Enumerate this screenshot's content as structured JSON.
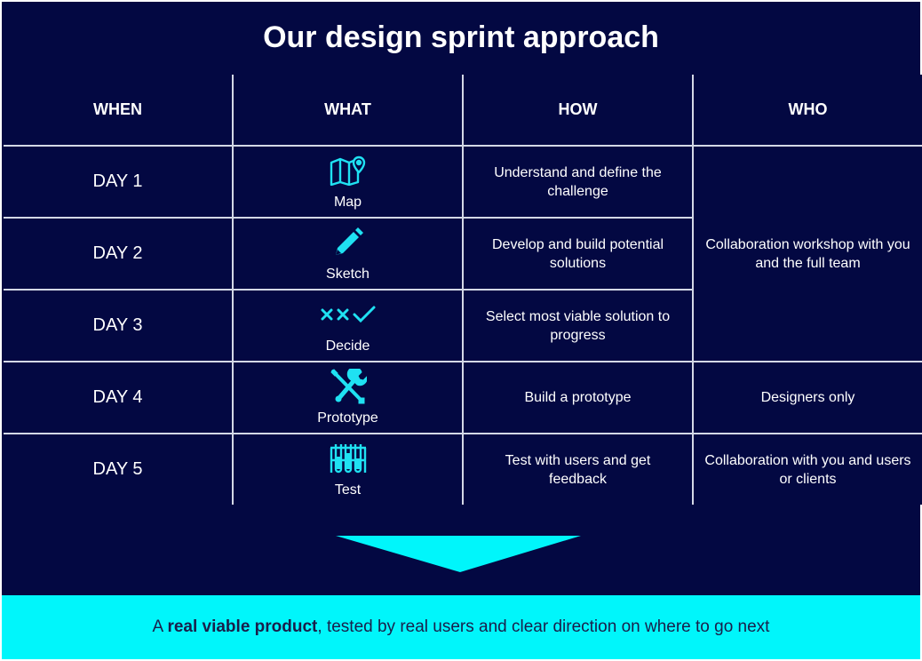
{
  "title": "Our design sprint approach",
  "headers": {
    "when": "WHEN",
    "what": "WHAT",
    "how": "HOW",
    "who": "WHO"
  },
  "rows": [
    {
      "day": "DAY 1",
      "what": "Map",
      "icon": "map-icon",
      "how": "Understand and define the challenge"
    },
    {
      "day": "DAY 2",
      "what": "Sketch",
      "icon": "pencil-icon",
      "how": "Develop and build potential solutions"
    },
    {
      "day": "DAY 3",
      "what": "Decide",
      "icon": "cross-cross-check-icon",
      "how": "Select most viable solution to progress"
    },
    {
      "day": "DAY 4",
      "what": "Prototype",
      "icon": "wrench-screwdriver-icon",
      "how": "Build a prototype"
    },
    {
      "day": "DAY 5",
      "what": "Test",
      "icon": "test-tubes-icon",
      "how": "Test with users and get feedback"
    }
  ],
  "who": {
    "days_1_3": "Collaboration workshop with you and the full team",
    "day_4": "Designers only",
    "day_5": "Collaboration with you and users or clients"
  },
  "outcome": {
    "prefix": "A ",
    "emphasis": "real viable product",
    "suffix": ", tested by real users and clear direction on where to go next"
  },
  "colors": {
    "navy": "#030842",
    "cyan": "#00f6fb",
    "icon": "#1fe1f2",
    "grid_line": "#d4d8e6"
  }
}
